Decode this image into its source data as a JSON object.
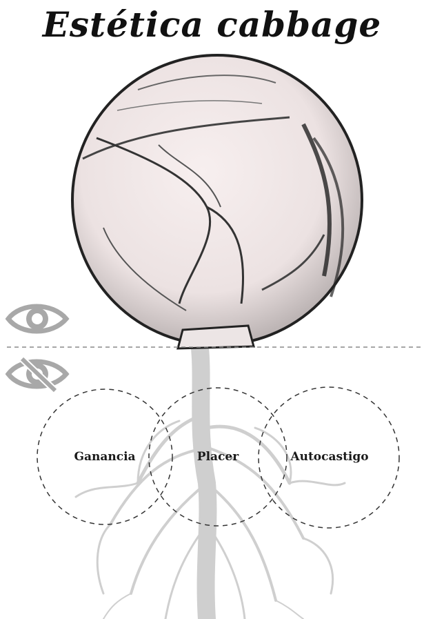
{
  "title": "Estética cabbage",
  "icons": {
    "visible": "eye-icon",
    "hidden": "eye-slash-icon"
  },
  "venn": {
    "circles": [
      {
        "label": "Ganancia"
      },
      {
        "label": "Placer"
      },
      {
        "label": "Autocastigo"
      }
    ]
  },
  "colors": {
    "cabbage_fill": "#f3eaea",
    "sketch": "#2a2a2a",
    "roots": "#c9c9c9",
    "icon_gray": "#a8a8a8",
    "divider": "#888888"
  }
}
